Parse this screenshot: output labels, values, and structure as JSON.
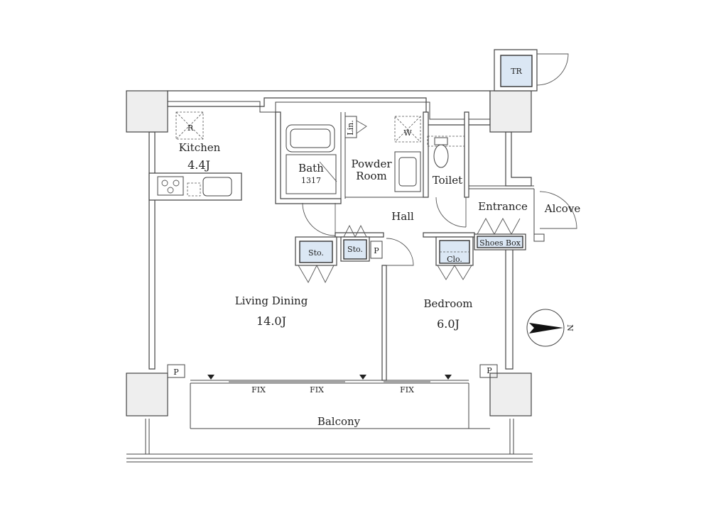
{
  "colors": {
    "wall": "#444444",
    "storage_fill": "#dbe7f4",
    "pillar_fill": "#eeeeee",
    "background": "#ffffff"
  },
  "rooms": {
    "kitchen": {
      "name": "Kitchen",
      "area": "4.4J"
    },
    "living_dining": {
      "name": "Living Dining",
      "area": "14.0J"
    },
    "bedroom": {
      "name": "Bedroom",
      "area": "6.0J"
    },
    "bath": {
      "name": "Bath",
      "size": "1317"
    },
    "powder_room": {
      "name_line1": "Powder",
      "name_line2": "Room"
    },
    "toilet": {
      "name": "Toilet"
    },
    "hall": {
      "name": "Hall"
    },
    "entrance": {
      "name": "Entrance"
    },
    "alcove": {
      "name": "Alcove"
    },
    "balcony": {
      "name": "Balcony"
    }
  },
  "fixtures": {
    "refrigerator": "R",
    "washer": "W",
    "trunk_room": "TR",
    "linen": "Lin.",
    "storage_living": "Sto.",
    "storage_hall": "Sto.",
    "closet": "Clo.",
    "shoes_box": "Shoes Box",
    "pipe_shaft_hall": "P",
    "pipe_shaft_left": "P",
    "pipe_shaft_right": "P",
    "fix_window_1": "FIX",
    "fix_window_2": "FIX",
    "fix_window_3": "FIX"
  },
  "compass": {
    "direction": "N",
    "icon": "north-arrow-icon"
  }
}
